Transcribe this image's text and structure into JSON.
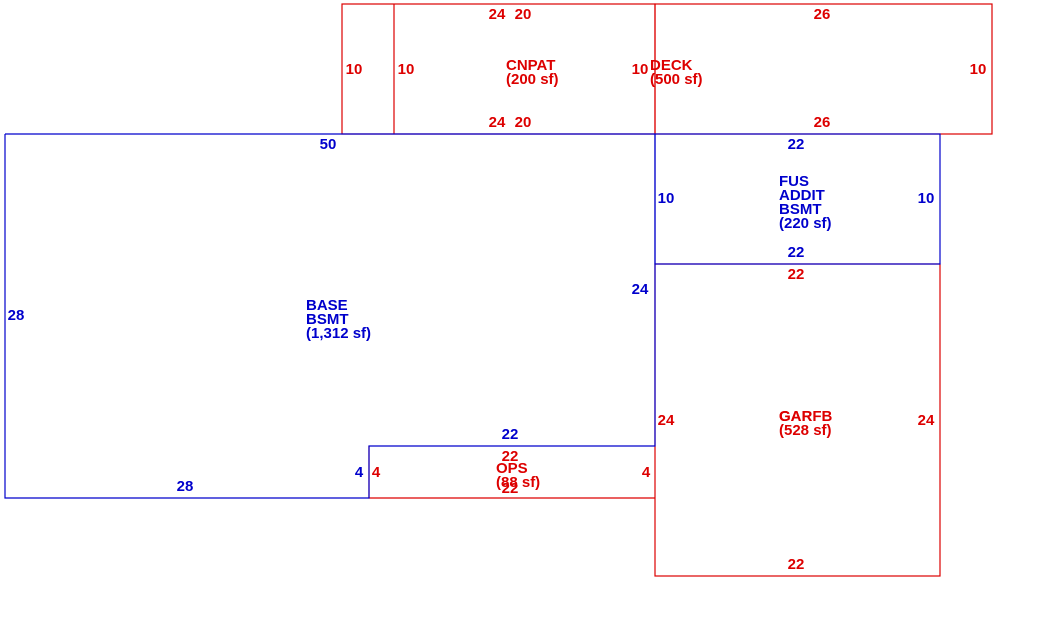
{
  "colors": {
    "blue": "#0000cc",
    "red": "#dd0000"
  },
  "areas": {
    "cnpat": {
      "name": "CNPAT",
      "size": "(200 sf)"
    },
    "deck": {
      "name": "DECK",
      "size": "(500 sf)"
    },
    "fus": {
      "line1": "FUS",
      "line2": "ADDIT",
      "line3": "BSMT",
      "size": "(220 sf)"
    },
    "base": {
      "line1": "BASE",
      "line2": "BSMT",
      "size": "(1,312 sf)"
    },
    "gar": {
      "name1": "GAR",
      "name2": "GARFB",
      "size": "(528 sf)"
    },
    "ops": {
      "name": "OPS",
      "size": "(88 sf)"
    }
  },
  "dims": {
    "cnpat_top_a": "24",
    "cnpat_top_b": "20",
    "cnpat_bot_a": "24",
    "cnpat_bot_b": "20",
    "cnpat_left_a": "10",
    "cnpat_left_b": "10",
    "cnpat_right": "10",
    "deck_top": "26",
    "deck_bottom": "26",
    "deck_right": "10",
    "base_top": "50",
    "base_left": "28",
    "base_right": "24",
    "base_bottom": "28",
    "base_notch_top": "22",
    "base_notch_side": "4",
    "fus_top": "22",
    "fus_bottom": "22",
    "fus_left": "10",
    "fus_right": "10",
    "gar_top": "22",
    "gar_left": "24",
    "gar_right": "24",
    "gar_bottom": "22",
    "ops_top": "22",
    "ops_bottom": "22",
    "ops_left": "4",
    "ops_right": "4"
  }
}
